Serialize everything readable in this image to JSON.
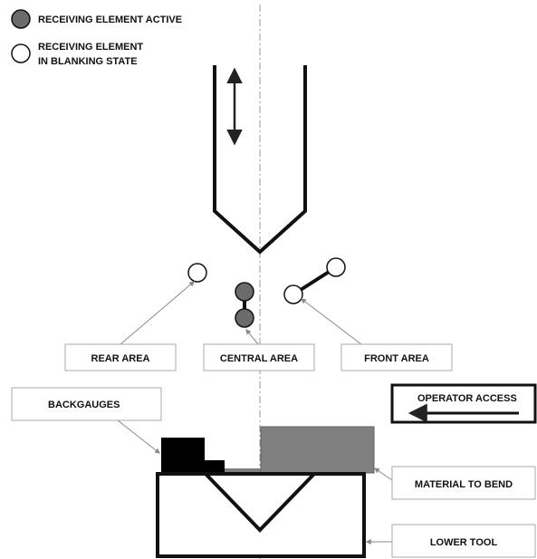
{
  "legend": {
    "active": "RECEIVING ELEMENT ACTIVE",
    "blanking_line1": "RECEIVING ELEMENT",
    "blanking_line2": "IN BLANKING STATE"
  },
  "labels": {
    "rear_area": "REAR AREA",
    "central_area": "CENTRAL AREA",
    "front_area": "FRONT AREA",
    "backgauges": "BACKGAUGES",
    "operator_access": "OPERATOR ACCESS",
    "material_to_bend": "MATERIAL TO BEND",
    "lower_tool": "LOWER TOOL"
  },
  "colors": {
    "active_fill": "#6b6b6b",
    "material_fill": "#808080",
    "stroke": "#111111",
    "callout_line": "#8a8a8a",
    "box_border": "#aaaaaa"
  }
}
